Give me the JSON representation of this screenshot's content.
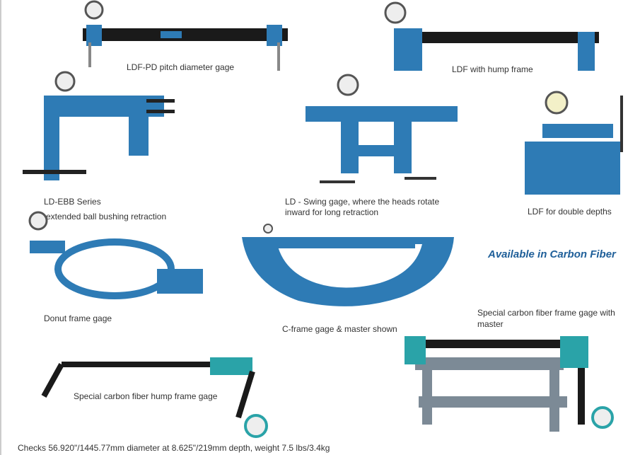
{
  "products": [
    {
      "name": "LDF-PD pitch diameter gage"
    },
    {
      "name": "LDF with hump frame"
    },
    {
      "name": "LD-EBB Series",
      "detail": "extended ball bushing retraction"
    },
    {
      "name": "LD - Swing gage, where the heads rotate",
      "detail": "inward for long retraction"
    },
    {
      "name": "LDF for double depths"
    },
    {
      "name": "Donut frame gage"
    },
    {
      "name": "C-frame gage & master shown"
    },
    {
      "name": "Special carbon fiber frame gage with",
      "detail": "master"
    },
    {
      "name": "Special carbon fiber hump frame gage"
    }
  ],
  "headline": "Available in Carbon Fiber",
  "footnote": "Checks 56.920\"/1445.77mm diameter at 8.625\"/219mm depth, weight 7.5 lbs/3.4kg",
  "colors": {
    "gage_blue": "#2e7bb5",
    "headline": "#1f5f99",
    "carbon": "#1a1a1a"
  }
}
